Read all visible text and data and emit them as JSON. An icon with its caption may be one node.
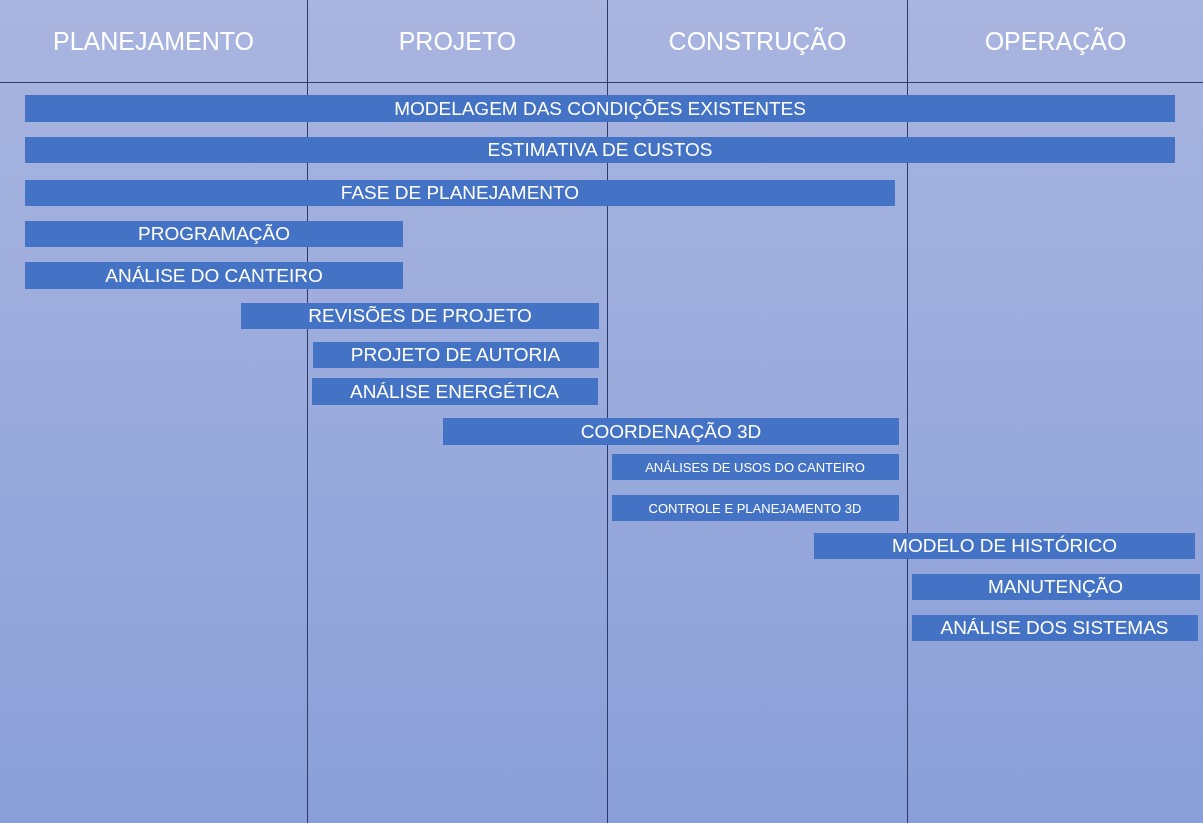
{
  "diagram": {
    "nodes": [
      {
        "text": [
          "PLANEJAMENTO"
        ]
      },
      {
        "text": [
          "PROJETO"
        ]
      },
      {
        "text": [
          "CONSTRUÇÃO"
        ]
      },
      {
        "text": [
          "OPERAÇÃO"
        ]
      },
      {
        "text": [
          "MODELAGEM DAS CONDIÇÕES EXISTENTES"
        ]
      },
      {
        "text": [
          "ESTIMATIVA DE CUSTOS"
        ]
      },
      {
        "text": [
          "FASE DE PLANEJAMENTO"
        ]
      },
      {
        "text": [
          "PROGRAMAÇÃO"
        ]
      },
      {
        "text": [
          "ANÁLISE DO CANTEIRO"
        ]
      },
      {
        "text": [
          "REVISÕES DE PROJETO"
        ]
      },
      {
        "text": [
          "PROJETO DE AUTORIA"
        ],
        "in": 1
      },
      {
        "text": [
          "ANÁLISE ENERGÉTICA"
        ],
        "in": 1
      },
      {
        "text": [
          "COORDENAÇÃO 3D"
        ]
      },
      {
        "text": [
          "ANÁLISES DE USOS DO CANTEIRO"
        ],
        "in": 2
      },
      {
        "text": [
          "CONTROLE E PLANEJAMENTO 3D"
        ],
        "in": 2
      },
      {
        "text": [
          "MODELO DE HISTÓRICO"
        ]
      },
      {
        "text": [
          "MANUTENÇÃO"
        ],
        "in": 3
      },
      {
        "text": [
          "ANÁLISE DOS SISTEMAS"
        ],
        "in": 3
      }
    ]
  }
}
